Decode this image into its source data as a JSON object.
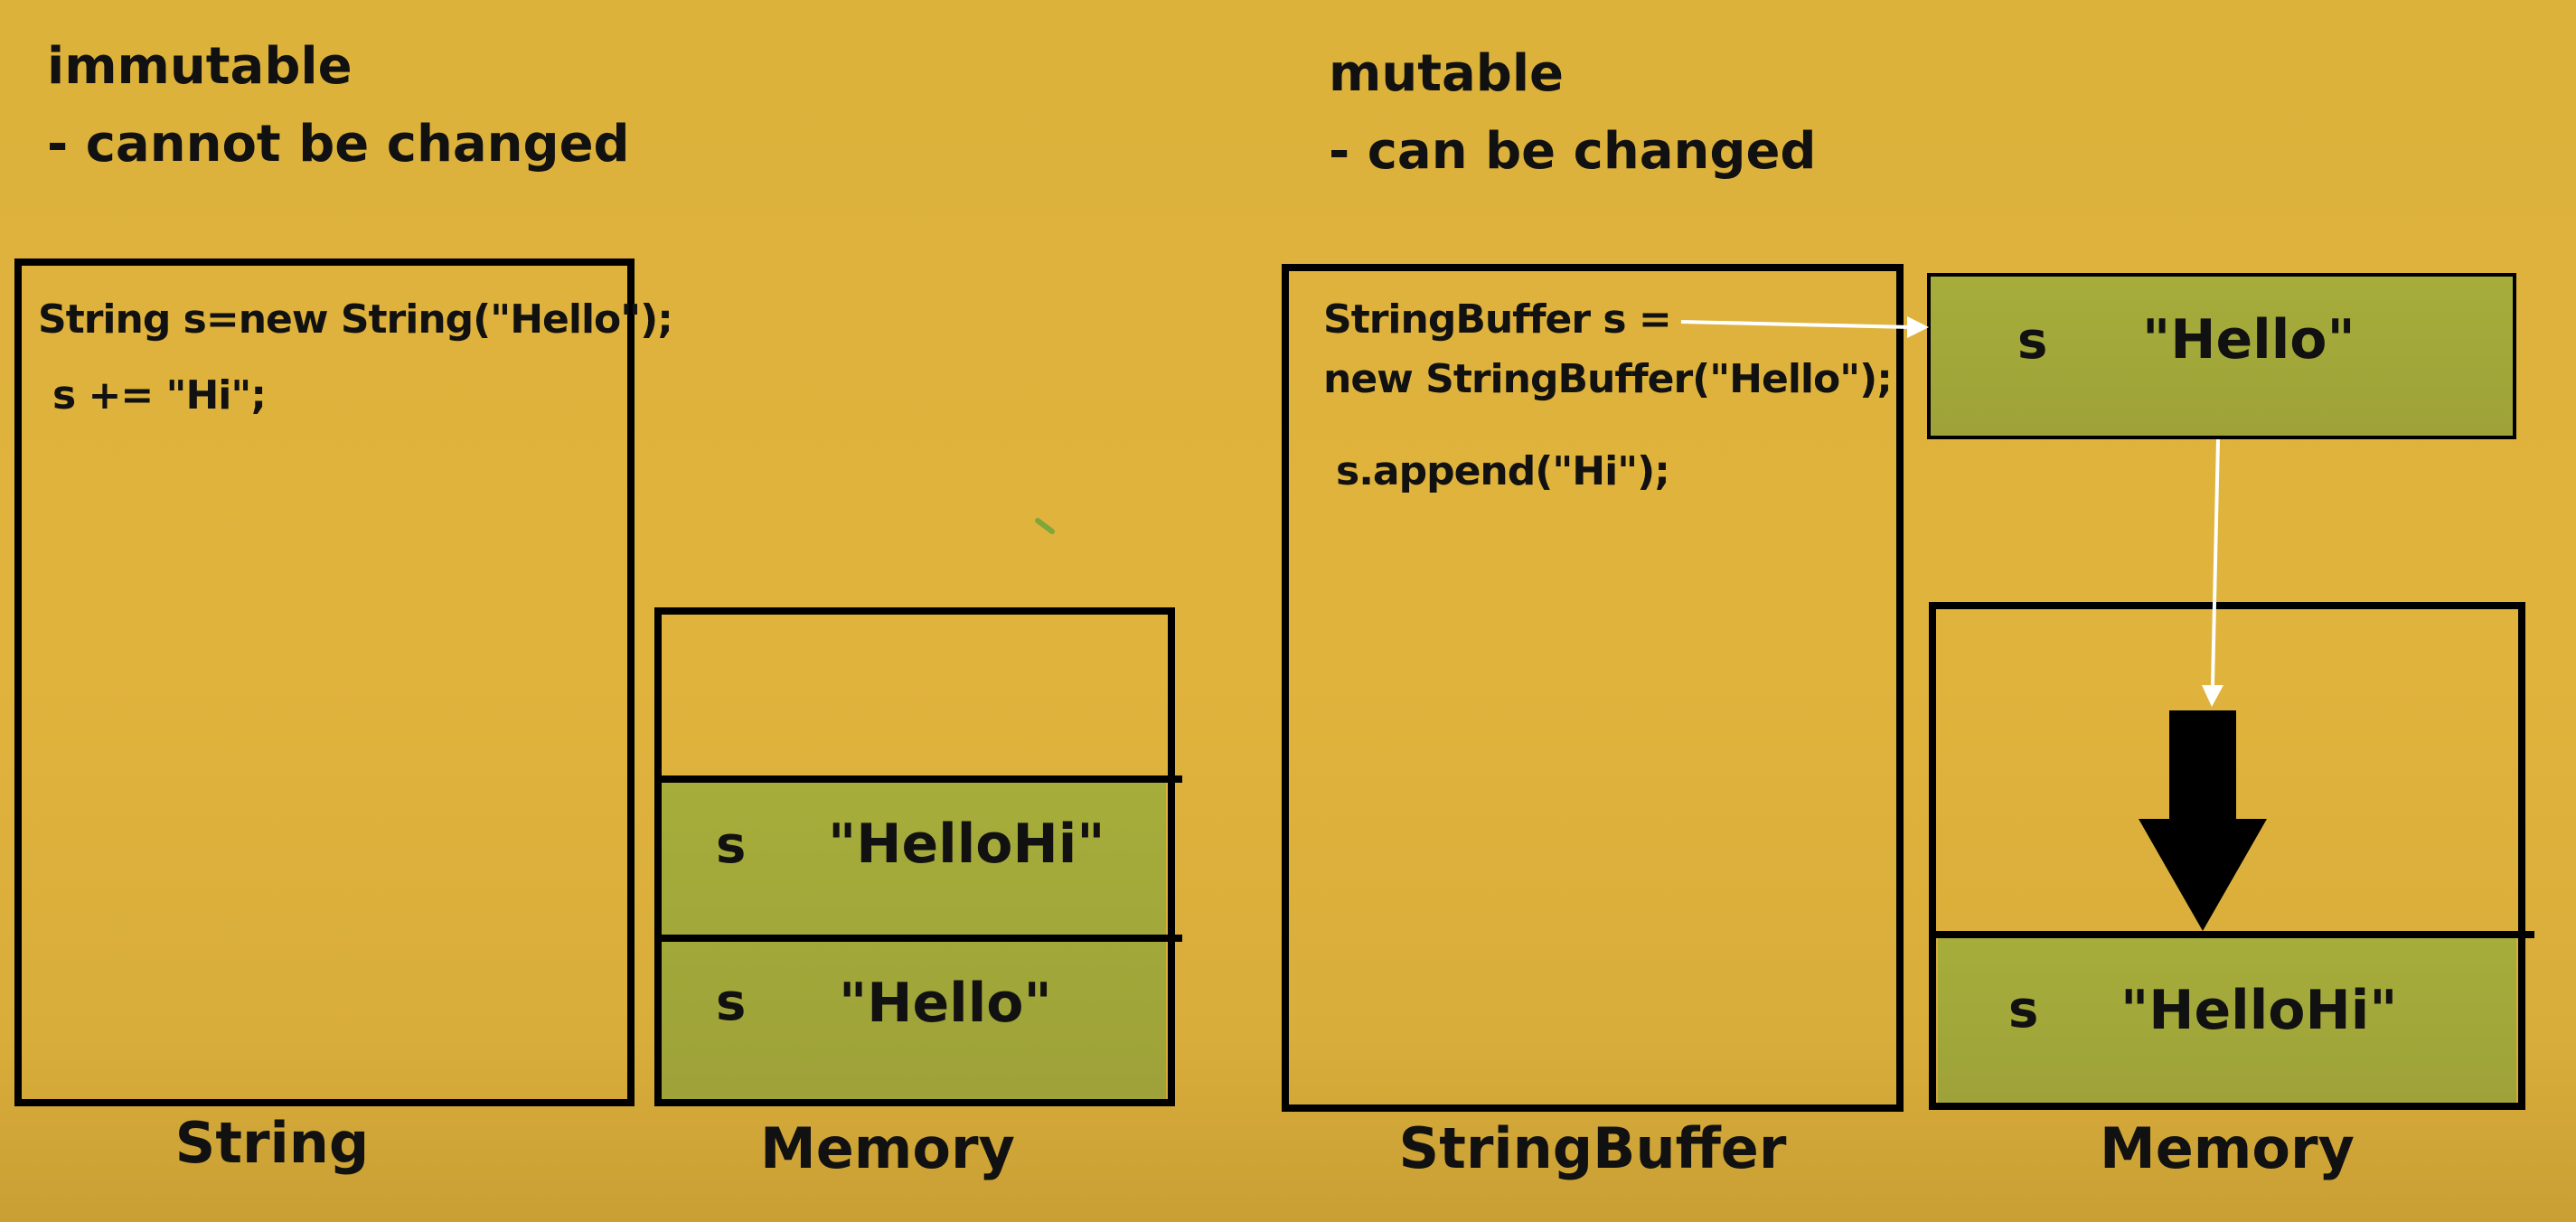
{
  "left": {
    "heading_1": "immutable",
    "heading_2": "- cannot be changed",
    "code_line_1": "String s=new String(\"Hello\");",
    "code_line_2": "s += \"Hi\";",
    "code_caption": "String",
    "memory_caption": "Memory",
    "cells": [
      {
        "var": "s",
        "value": "\"HelloHi\""
      },
      {
        "var": "s",
        "value": "\"Hello\""
      }
    ]
  },
  "right": {
    "heading_1": "mutable",
    "heading_2": "- can be changed",
    "code_line_1": "StringBuffer s =",
    "code_line_2": "new StringBuffer(\"Hello\");",
    "code_line_3": "s.append(\"Hi\");",
    "code_caption": "StringBuffer",
    "memory_caption": "Memory",
    "top_cell": {
      "var": "s",
      "value": "\"Hello\""
    },
    "bottom_cell": {
      "var": "s",
      "value": "\"HelloHi\""
    }
  },
  "colors": {
    "background": "#dcb23b",
    "cell_fill": "#a6ad3a",
    "outline": "#000000",
    "pointer_arrow": "#ffffff"
  }
}
